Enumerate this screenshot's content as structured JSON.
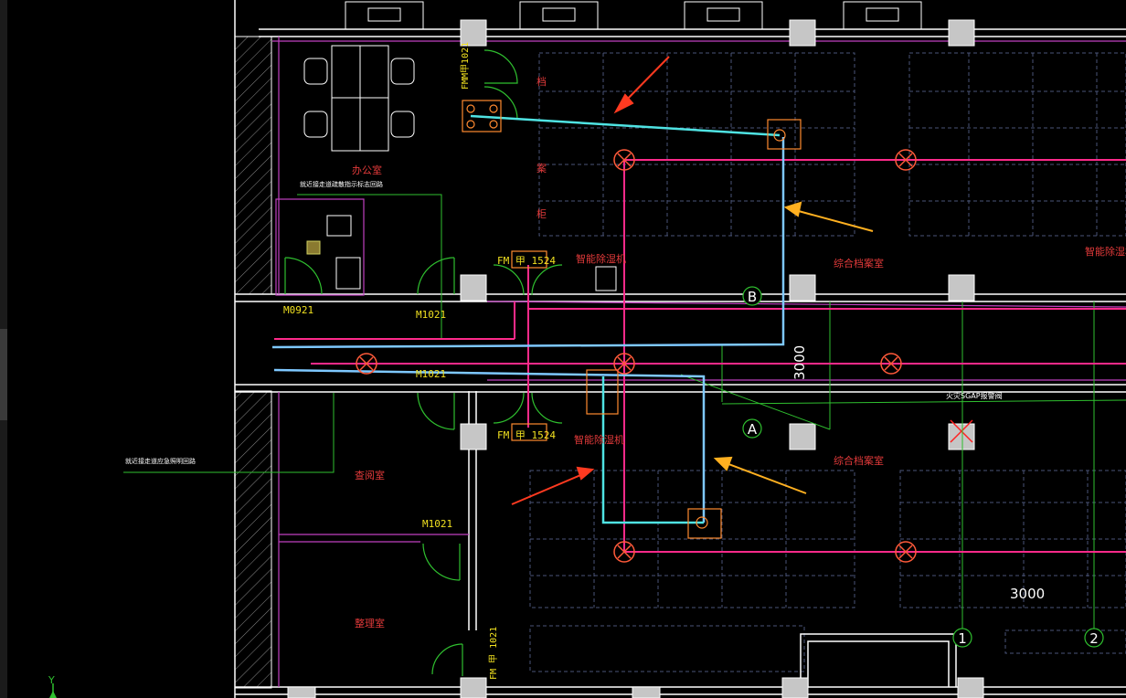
{
  "rooms": {
    "office": "办公室",
    "storage_lower": "整理室",
    "inspection": "查阅室",
    "archive_upper": "综合档案室",
    "archive_lower": "综合档案室",
    "dehumidifier_1": "智能除湿机",
    "dehumidifier_2": "智能除湿机",
    "dehumidifier_3": "智能除湿机",
    "vertical_label_1": "档",
    "vertical_label_2": "案",
    "vertical_label_3": "柜"
  },
  "door_tags": {
    "m0921": "M0921",
    "m1021_a": "M1021",
    "m1021_b": "M1021",
    "m1021_c": "M1021",
    "fm_upper": "FM 甲 1524",
    "fm_lower": "FM 甲 1524",
    "fm_vertical_top": "FMM甲1021",
    "fm_vertical_bottom": "FM 甲 1021"
  },
  "notes": {
    "note_1": "就近接走道疏散指示标志回路",
    "note_2": "就近接走道应急照明回路",
    "fire_alarm": "火灾SGAP报警阀"
  },
  "dimensions": {
    "dim_vertical": "3000",
    "dim_horizontal": "3000"
  },
  "axis_marks": {
    "axis_b": "B",
    "axis_a": "A",
    "axis_1": "1",
    "axis_2": "2",
    "ucs_y": "Y"
  },
  "colors": {
    "background": "#000000",
    "wall": "#ffffff",
    "column_fill": "#c0c0c0",
    "pink_pipe": "#ff2a8a",
    "blue_pipe": "#7ec8ff",
    "cyan_pipe": "#4fe3e3",
    "green_line": "#2fbf2f",
    "magenta_line": "#c040c0",
    "red_arrow": "#ff3a20",
    "orange_arrow": "#ffb020",
    "grid_dashed": "#505a78"
  }
}
